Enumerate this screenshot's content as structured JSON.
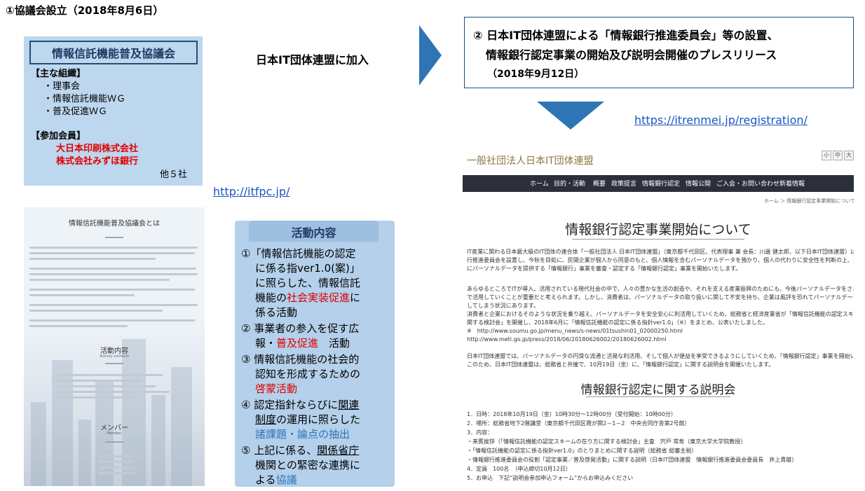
{
  "heading": "①協議会設立（2018年8月6日）",
  "association": {
    "name": "情報信託機能普及協議会",
    "org_header": "【主な組織】",
    "org_items": [
      "・理事会",
      "・情報信託機能ＷＧ",
      "・普及促進ＷＧ"
    ],
    "members_header": "【参加会員】",
    "members": [
      "大日本印刷株式会社",
      "株式会社みずほ銀行"
    ],
    "others": "他５社"
  },
  "join_label": "日本IT団体連盟に加入",
  "itfpc_url": "http://itfpc.jp/",
  "press": {
    "line1": "② 日本IT団体連盟による「情報銀行推進委員会」等の設置、",
    "line2": "情報銀行認定事業の開始及び説明会開催のプレスリリース",
    "date": "（2018年9月12日）"
  },
  "registration_url": "https://itrenmei.jp/registration/",
  "doc_thumbnail": {
    "title": "情報信託機能普及協議会とは",
    "activity_heading": "活動内容",
    "activity_sub": "Activity contents",
    "member_heading": "メンバー",
    "member_sub": "Member"
  },
  "activities": {
    "title": "活動内容",
    "items": [
      {
        "lines": [
          "①「情報信託機能の認定",
          "に係る指ver1.0(案)」",
          "に照らした、情報信託"
        ],
        "l4a": "機能の",
        "l4b": "社会実装促進",
        "l4c": "に",
        "l5": "係る活動"
      },
      {
        "l1": "② 事業者の参入を促す広",
        "l2a": "報・",
        "l2b": "普及促進",
        "l2c": "　活動"
      },
      {
        "lines": [
          "③ 情報信託機能の社会的",
          "認知を形成するための"
        ],
        "red": "啓蒙活動"
      },
      {
        "l1a": "④ 認定指針ならびに",
        "l1b": "関連",
        "l2a": "制度",
        "l2b": "の運用に照らした",
        "l3": "諸課題・論点の抽出"
      },
      {
        "l1a": "⑤ 上記に係る、",
        "l1b": "関係省庁",
        "l2": "機関との緊密な連携に",
        "l3a": "よる",
        "l3b": "協議"
      }
    ]
  },
  "website": {
    "org": "一般社団法人日本IT団体連盟",
    "font_buttons": [
      "小",
      "中",
      "大"
    ],
    "nav": [
      "ホーム",
      "目的・活動",
      "概要",
      "政策提言",
      "情報銀行認定",
      "情報公開",
      "ご入会・お問い合わせ",
      "新着情報"
    ],
    "breadcrumb": "ホーム ＞ 情報銀行認定事業開始について",
    "headline": "情報銀行認定事業開始について",
    "body": [
      "IT産業に関わる日本最大級のIT団体の連合体「一般社団法人 日本IT団体連盟」（東京都千代田区、代表理事 兼 会長：川邊 健太郎、以下日本IT団体連盟）は、情報銀",
      "行推進委員会を設置し、今秋を目処に、民間企業が個人から同意のもと、個人情報を含むパーソナルデータを預かり、個人の代わりに安全性を判断の上、第三者の事業者",
      "にパーソナルデータを提供する「情報銀行」事業を審査・認定する「情報銀行認定」事業を開始いたします。",
      "",
      "あらゆるところでITが導入、活用されている現代社会の中で、人々の豊かな生活の創造や、それを支える産業振興のためにも、今後パーソナルデータをさまざまな分野",
      "で活用していくことが重要だと考えられます。しかし、消費者は、パーソナルデータの取り扱いに関して不安を持ち、企業は風評を恐れてパーソナルデータの利用を躊躇",
      "してしまう状況にあります。",
      "消費者と企業におけるそのような状況を乗り越え、パーソナルデータを安全安心に利活用していくため、総務省と経済産業省が「情報信託機能の認定スキームの在り方に",
      "関する検討会」を開催し、2018年6月に「情報信託機能の認定に係る指針ver1.0」（※）をまとめ、公表いたしました。",
      "※　http://www.soumu.go.jp/menu_news/s-news/01tsushin01_02000250.html",
      "http://www.meti.go.jp/press/2018/06/20180626002/20180626002.html",
      "",
      "日本IT団体連盟では、パーソナルデータの円滑な流通と活発な利活用、そして個人が便益を享受できるようにしていくため、「情報銀行認定」事業を開始いたします。",
      "このため、日本IT団体連盟は、総務省と共催で、10月19日（金）に、「情報銀行認定」に関する説明会を開催いたします。"
    ],
    "headline2": "情報銀行認定に関する説明会",
    "details": [
      "1．日時：2018年10月19日（金）10時30分～12時00分（受付開始：10時00分）",
      "2．場所：総務省地下2階講堂（東京都千代田区霞が関2－1－2　中央合同庁舎第2号館）",
      "3．内容：",
      "・来賓挨拶（「情報信託機能の認定スキームの在り方に関する検討会」主査　宍戸 常寿（東京大学大学院教授）",
      "・「情報信託機能の認定に係る指針ver1.0」のとりまとめに関する説明（総務省 総審主税）",
      "・情報銀行推進委員会の役割「認定事業／普及啓発活動」に関する説明（日本IT団体連盟　情報銀行推進委員会委員長　井上貴雄）",
      "4．定員　100名　（申込締切10月12日）",
      "5．お申込　下記“説明会参加申込フォーム”からお申込みください"
    ]
  }
}
